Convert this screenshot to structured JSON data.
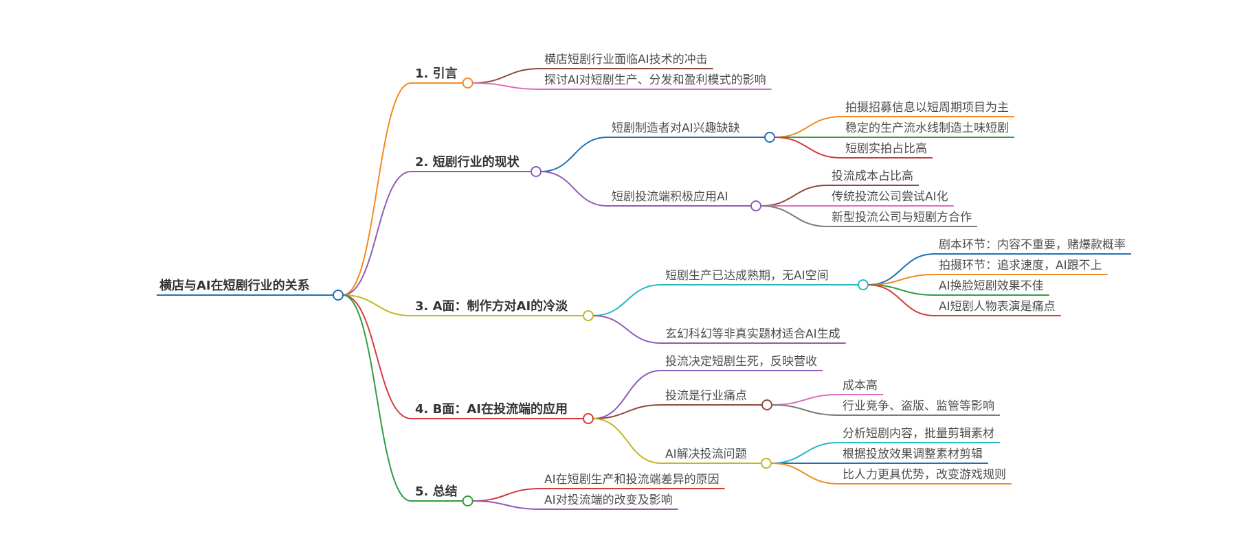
{
  "root": {
    "label": "横店与AI在短剧行业的关系",
    "color": "#1f6fb5",
    "children": [
      {
        "label": "1. 引言",
        "color": "#f28b20",
        "children": [
          {
            "label": "横店短剧行业面临AI技术的冲击",
            "color": "#8b4a3c"
          },
          {
            "label": "探讨AI对短剧生产、分发和盈利模式的影响",
            "color": "#e06cc0"
          }
        ]
      },
      {
        "label": "2. 短剧行业的现状",
        "color": "#8e5bb8",
        "children": [
          {
            "label": "短剧制造者对AI兴趣缺缺",
            "color": "#1f6fb5",
            "children": [
              {
                "label": "拍摄招募信息以短周期项目为主",
                "color": "#f28b20"
              },
              {
                "label": "稳定的生产流水线制造土味短剧",
                "color": "#2e9e3e"
              },
              {
                "label": "短剧实拍占比高",
                "color": "#d23b3b"
              }
            ]
          },
          {
            "label": "短剧投流端积极应用AI",
            "color": "#8e5bb8",
            "children": [
              {
                "label": "投流成本占比高",
                "color": "#8b4a3c"
              },
              {
                "label": "传统投流公司尝试AI化",
                "color": "#e06cc0"
              },
              {
                "label": "新型投流公司与短剧方合作",
                "color": "#7a7a7a"
              }
            ]
          }
        ]
      },
      {
        "label": "3. A面：制作方对AI的冷淡",
        "color": "#c0b820",
        "children": [
          {
            "label": "短剧生产已达成熟期，无AI空间",
            "color": "#26b8c8",
            "children": [
              {
                "label": "剧本环节：内容不重要，赌爆款概率",
                "color": "#1f6fb5"
              },
              {
                "label": "拍摄环节：追求速度，AI跟不上",
                "color": "#f28b20"
              },
              {
                "label": "AI换脸短剧效果不佳",
                "color": "#2e9e3e"
              },
              {
                "label": "AI短剧人物表演是痛点",
                "color": "#d23b3b"
              }
            ]
          },
          {
            "label": "玄幻科幻等非真实题材适合AI生成",
            "color": "#8e5bb8"
          }
        ]
      },
      {
        "label": "4. B面：AI在投流端的应用",
        "color": "#d23b3b",
        "children": [
          {
            "label": "投流决定短剧生死，反映营收",
            "color": "#8e5bb8"
          },
          {
            "label": "投流是行业痛点",
            "color": "#8b4a3c",
            "children": [
              {
                "label": "成本高",
                "color": "#e06cc0"
              },
              {
                "label": "行业竞争、盗版、监管等影响",
                "color": "#7a7a7a"
              }
            ]
          },
          {
            "label": "AI解决投流问题",
            "color": "#c0b820",
            "children": [
              {
                "label": "分析短剧内容，批量剪辑素材",
                "color": "#26b8c8"
              },
              {
                "label": "根据投放效果调整素材剪辑",
                "color": "#1f6fb5"
              },
              {
                "label": "比人力更具优势，改变游戏规则",
                "color": "#f28b20"
              }
            ]
          }
        ]
      },
      {
        "label": "5. 总结",
        "color": "#2e9e3e",
        "children": [
          {
            "label": "AI在短剧生产和投流端差异的原因",
            "color": "#d23b3b"
          },
          {
            "label": "AI对投流端的改变及影响",
            "color": "#8e5bb8"
          }
        ]
      }
    ]
  }
}
